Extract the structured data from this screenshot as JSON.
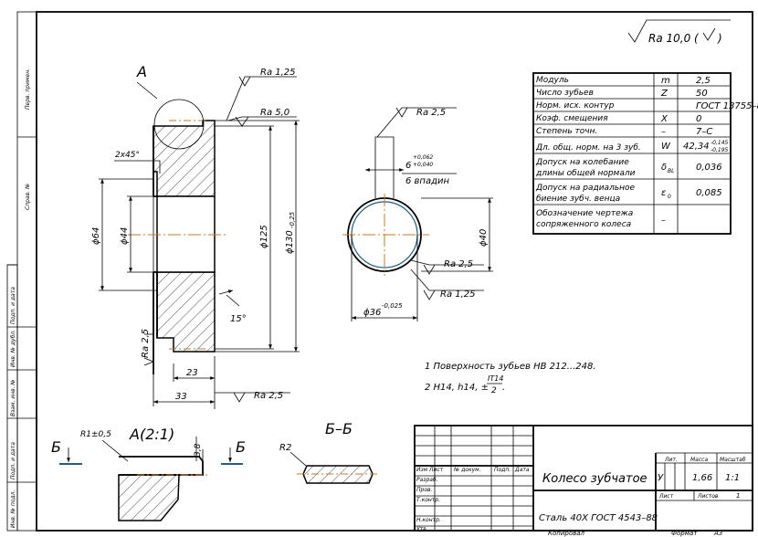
{
  "sheet": {
    "roughness_general": "Ra 10,0 (",
    "side_labels": [
      "Перв. примен.",
      "Справ. №",
      "Подп. и дата",
      "Инв. № дубл.",
      "Взам. инв. №",
      "Подп. и дата",
      "Инв. № подл."
    ],
    "footer_copied": "Копировал",
    "footer_format": "Формат",
    "footer_format_value": "A3"
  },
  "main_view": {
    "callout_a": "A",
    "chamfer": "2x45°",
    "ra_125_top": "Ra 1,25",
    "ra_50": "Ra 5,0",
    "dia_64": "ϕ64",
    "dia_44": "ϕ44",
    "dia_125": "ϕ125",
    "dia_130": "ϕ130",
    "dia_130_tol": "-0,25",
    "angle_15": "15°",
    "ra_25_left": "Ra 2,5",
    "dim_23": "23",
    "dim_33": "33",
    "ra_25_bottom": "Ra 2,5"
  },
  "hub_view": {
    "ra_25_top": "Ra 2,5",
    "keyway_width": "6",
    "keyway_tol_upper": "+0,062",
    "keyway_tol_lower": "+0,040",
    "slots_note": "6 впадин",
    "dia_40": "ϕ40",
    "ra_25_right": "Ra 2,5",
    "ra_125_right": "Ra 1,25",
    "dia_36": "ϕ36",
    "dia_36_tol": "-0,025"
  },
  "notes": {
    "note1": "1 Поверхность зубьев HB 212...248.",
    "note2": "2  H14,  h14,  ±",
    "note2_frac_top": "IT14",
    "note2_frac_bottom": "2",
    "note2_tail": "."
  },
  "detail_a": {
    "section_mark_left": "Б",
    "section_mark_right": "Б",
    "radius": "R1±0,5",
    "title": "A(2:1)",
    "dim_38": "3,8"
  },
  "section_bb": {
    "title": "Б–Б",
    "radius": "R2"
  },
  "params_table": {
    "rows": [
      {
        "name": "Модуль",
        "symbol": "m",
        "value": "2,5"
      },
      {
        "name": "Число зубьев",
        "symbol": "Z",
        "value": "50"
      },
      {
        "name": "Норм. исх. контур",
        "symbol": "",
        "value": "ГОСТ 13755–81"
      },
      {
        "name": "Коэф. смещения",
        "symbol": "X",
        "value": "0"
      },
      {
        "name": "Степень точн.",
        "symbol": "–",
        "value": "7–C"
      },
      {
        "name": "Дл. общ. норм. на 3 зуб.",
        "symbol": "W",
        "value": "42,34",
        "tol_upper": "-0,145",
        "tol_lower": "-0,195"
      },
      {
        "name": "Допуск на колебание",
        "name2": "длины общей нормали",
        "symbol": "δ",
        "sym_sub": "ВL",
        "value": "0,036"
      },
      {
        "name": "Допуск на радиальное",
        "name2": "биение зубч. венца",
        "symbol": "ε",
        "sym_sub": "0",
        "value": "0,085"
      },
      {
        "name": "Обозначение чертежа",
        "name2": "сопряженного колеса",
        "symbol": "–",
        "value": ""
      }
    ]
  },
  "title_block": {
    "header": [
      "Изм",
      "Лист",
      "№ докум.",
      "Подп.",
      "Дата"
    ],
    "roles": [
      "Разраб.",
      "Пров.",
      "Т.контр.",
      "",
      "Н.контр.",
      "Утв."
    ],
    "part_name": "Колесо зубчатое",
    "material": "Сталь 40Х ГОСТ 4543–88",
    "lit_label": "Лит.",
    "mass_label": "Масса",
    "scale_label": "Масштаб",
    "lit_value": "У",
    "mass_value": "1,66",
    "scale_value": "1:1",
    "sheet_label": "Лист",
    "sheets_label": "Листов",
    "sheets_value": "1"
  }
}
